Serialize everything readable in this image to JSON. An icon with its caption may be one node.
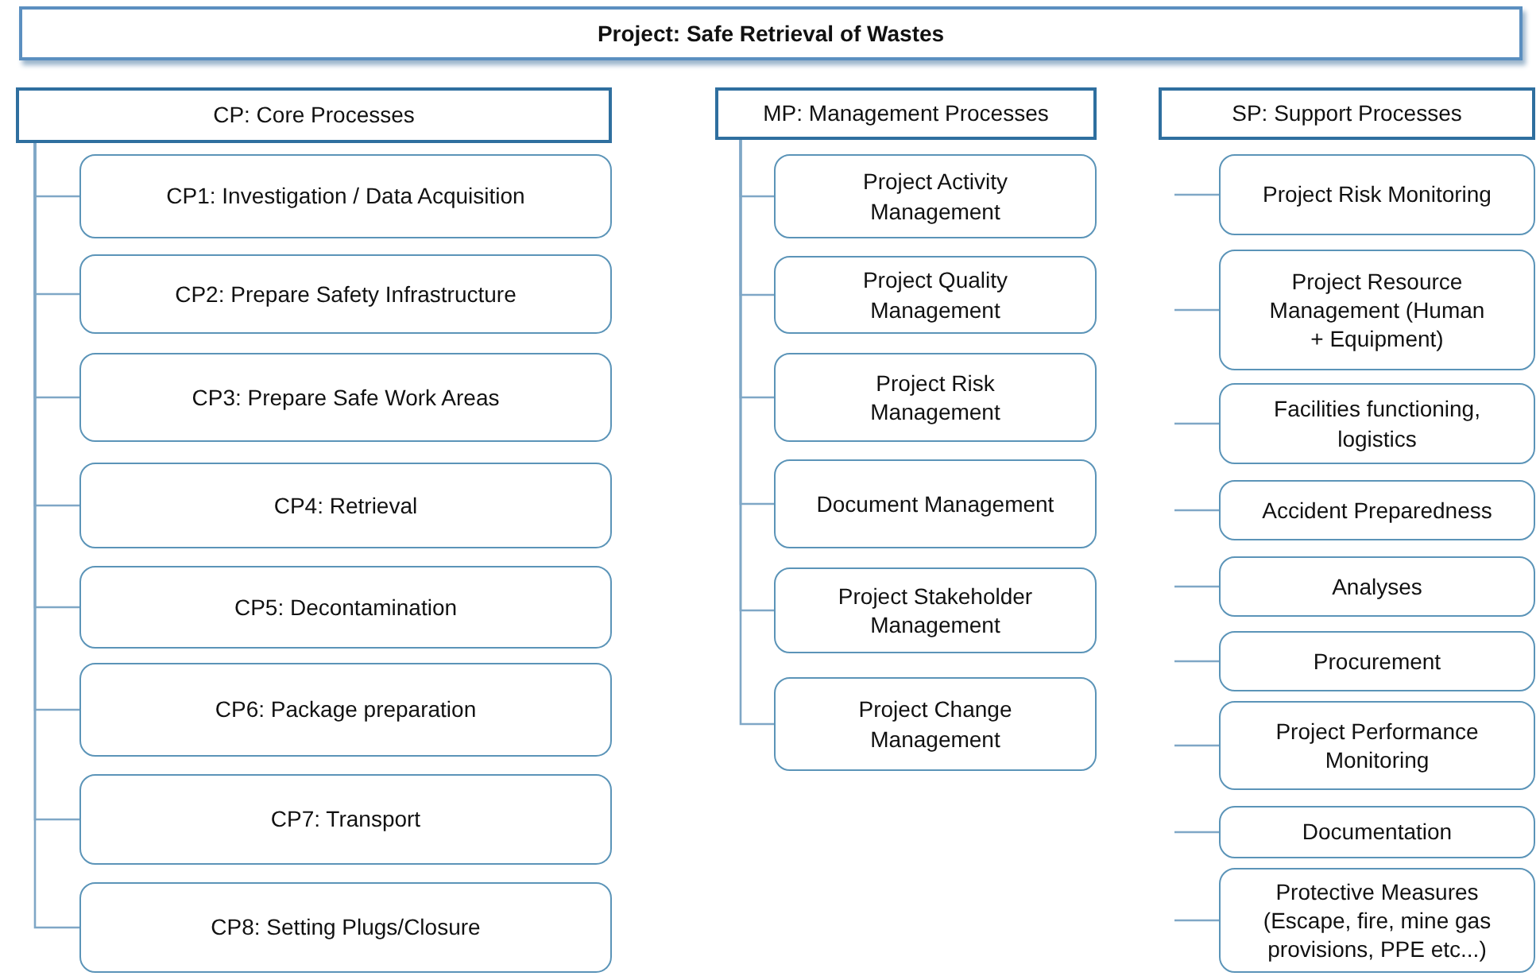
{
  "diagram": {
    "title": "Project: Safe Retrieval of Wastes",
    "nodes": [
      {
        "text": [
          "CP: Core Processes"
        ]
      },
      {
        "text": [
          "CP1: Investigation / Data Acquisition"
        ]
      },
      {
        "text": [
          "CP2: Prepare Safety Infrastructure"
        ]
      },
      {
        "text": [
          "CP3: Prepare Safe Work Areas"
        ]
      },
      {
        "text": [
          "CP4: Retrieval"
        ]
      },
      {
        "text": [
          "CP5: Decontamination"
        ]
      },
      {
        "text": [
          "CP6: Package preparation"
        ]
      },
      {
        "text": [
          "CP7: Transport"
        ]
      },
      {
        "text": [
          "CP8: Setting Plugs/Closure"
        ]
      },
      {
        "text": [
          "MP: Management Processes"
        ]
      },
      {
        "text": [
          "Project Activity Management"
        ]
      },
      {
        "text": [
          "Project Quality Management"
        ]
      },
      {
        "text": [
          "Project Risk Management"
        ]
      },
      {
        "text": [
          "Document Management"
        ]
      },
      {
        "text": [
          "Project Stakeholder Management"
        ]
      },
      {
        "text": [
          "Project Change Management"
        ]
      },
      {
        "text": [
          "SP: Support Processes"
        ]
      },
      {
        "text": [
          "Project Risk Monitoring"
        ]
      },
      {
        "text": [
          "Project Resource Management (Human + Equipment)"
        ]
      },
      {
        "text": [
          "Facilities functioning, logistics"
        ]
      },
      {
        "text": [
          "Accident Preparedness"
        ]
      },
      {
        "text": [
          "Analyses"
        ]
      },
      {
        "text": [
          "Procurement"
        ]
      },
      {
        "text": [
          "Project Performance Monitoring"
        ]
      },
      {
        "text": [
          "Documentation"
        ]
      },
      {
        "text": [
          "Protective Measures (Escape, fire, mine gas provisions, PPE etc...)"
        ]
      }
    ],
    "edges": [
      {
        "from": 0,
        "to": 1,
        "arrow": "none"
      },
      {
        "from": 0,
        "to": 2,
        "arrow": "none"
      },
      {
        "from": 0,
        "to": 3,
        "arrow": "none"
      },
      {
        "from": 0,
        "to": 4,
        "arrow": "none"
      },
      {
        "from": 0,
        "to": 5,
        "arrow": "none"
      },
      {
        "from": 0,
        "to": 6,
        "arrow": "none"
      },
      {
        "from": 0,
        "to": 7,
        "arrow": "none"
      },
      {
        "from": 0,
        "to": 8,
        "arrow": "none"
      },
      {
        "from": 9,
        "to": 10,
        "arrow": "none"
      },
      {
        "from": 9,
        "to": 11,
        "arrow": "none"
      },
      {
        "from": 9,
        "to": 12,
        "arrow": "none"
      },
      {
        "from": 9,
        "to": 13,
        "arrow": "none"
      },
      {
        "from": 9,
        "to": 14,
        "arrow": "none"
      },
      {
        "from": 9,
        "to": 15,
        "arrow": "none"
      },
      {
        "from": null,
        "to": 17,
        "arrow": "none"
      },
      {
        "from": null,
        "to": 18,
        "arrow": "none"
      },
      {
        "from": null,
        "to": 19,
        "arrow": "none"
      },
      {
        "from": null,
        "to": 20,
        "arrow": "none"
      },
      {
        "from": null,
        "to": 21,
        "arrow": "none"
      },
      {
        "from": null,
        "to": 22,
        "arrow": "none"
      },
      {
        "from": null,
        "to": 23,
        "arrow": "none"
      },
      {
        "from": null,
        "to": 24,
        "arrow": "none"
      },
      {
        "from": null,
        "to": 25,
        "arrow": "none"
      }
    ]
  }
}
